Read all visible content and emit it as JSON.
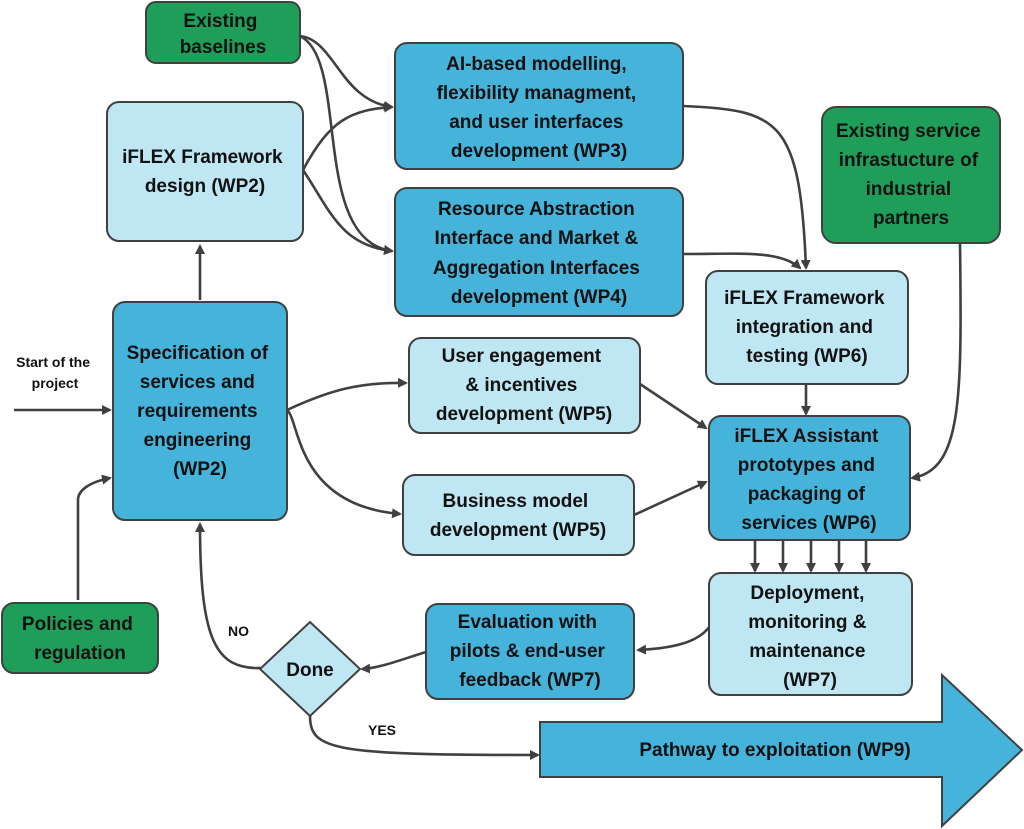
{
  "nodes": {
    "existing_baselines": {
      "lines": [
        "Existing",
        "baselines"
      ],
      "fill": "#1f9e5a"
    },
    "framework_design": {
      "lines": [
        "iFLEX Framework",
        "design (WP2)"
      ],
      "fill": "#bfe6f3"
    },
    "ai_modelling": {
      "lines": [
        "AI-based modelling,",
        "flexibility managment,",
        "and user interfaces",
        "development (WP3)"
      ],
      "fill": "#46b3da"
    },
    "resource_abstraction": {
      "lines": [
        "Resource Abstraction",
        "Interface and Market &",
        "Aggregation Interfaces",
        "development (WP4)"
      ],
      "fill": "#46b3da"
    },
    "existing_service": {
      "lines": [
        "Existing service",
        "infrastucture of",
        "industrial",
        "partners"
      ],
      "fill": "#1f9e5a"
    },
    "specification": {
      "lines": [
        "Specification of",
        "services and",
        "requirements",
        "engineering",
        "(WP2)"
      ],
      "fill": "#46b3da"
    },
    "user_engagement": {
      "lines": [
        "User engagement",
        "& incentives",
        "development (WP5)"
      ],
      "fill": "#bfe6f3"
    },
    "integration": {
      "lines": [
        "iFLEX Framework",
        "integration and",
        "testing (WP6)"
      ],
      "fill": "#bfe6f3"
    },
    "business_model": {
      "lines": [
        "Business model",
        "development (WP5)"
      ],
      "fill": "#bfe6f3"
    },
    "assistant": {
      "lines": [
        "iFLEX Assistant",
        "prototypes  and",
        "packaging of",
        "services (WP6)"
      ],
      "fill": "#46b3da"
    },
    "deployment": {
      "lines": [
        "Deployment,",
        "monitoring &",
        "maintenance",
        "(WP7)"
      ],
      "fill": "#bfe6f3"
    },
    "evaluation": {
      "lines": [
        "Evaluation with",
        "pilots & end-user",
        "feedback (WP7)"
      ],
      "fill": "#46b3da"
    },
    "policies": {
      "lines": [
        "Policies and",
        "regulation"
      ],
      "fill": "#1f9e5a"
    },
    "done": {
      "label": "Done",
      "fill": "#bfe6f3"
    },
    "pathway": {
      "label": "Pathway to exploitation (WP9)",
      "fill": "#46b3da"
    }
  },
  "labels": {
    "start": [
      "Start of the",
      "project"
    ],
    "no": "NO",
    "yes": "YES"
  },
  "colors": {
    "border": "#404040",
    "arrow": "#404040"
  }
}
